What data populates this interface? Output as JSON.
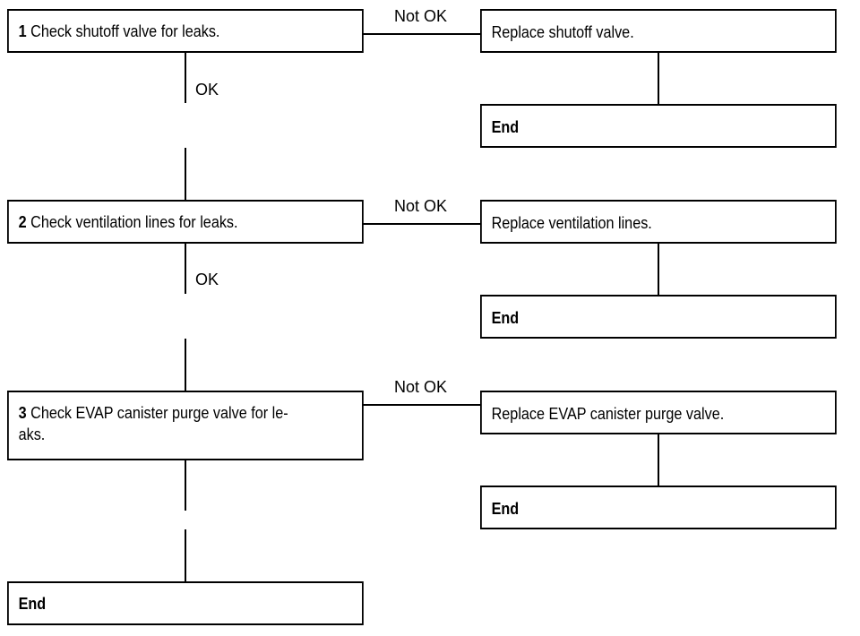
{
  "steps": [
    {
      "number": "1",
      "text": "Check shutoff valve for leaks.",
      "fail_label": "Not OK",
      "pass_label": "OK",
      "action": "Replace shutoff valve.",
      "action_end": "End"
    },
    {
      "number": "2",
      "text": "Check ventilation lines for leaks.",
      "fail_label": "Not OK",
      "pass_label": "OK",
      "action": "Replace ventilation lines.",
      "action_end": "End"
    },
    {
      "number": "3",
      "text_line1": "Check EVAP canister purge valve for le-",
      "text_line2": "aks.",
      "fail_label": "Not OK",
      "action": "Replace EVAP canister purge valve.",
      "action_end": "End"
    }
  ],
  "final_end": "End"
}
